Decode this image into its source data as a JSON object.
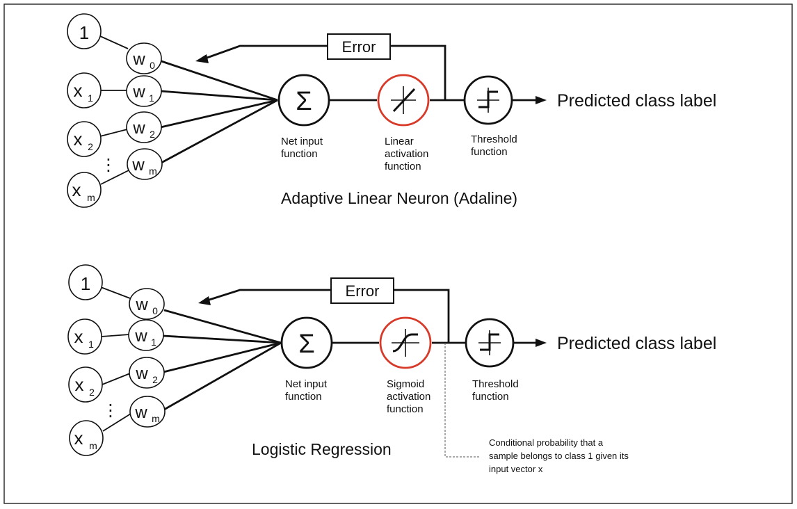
{
  "panels": [
    {
      "title": "Adaptive Linear Neuron (Adaline)",
      "inputs": [
        "1",
        "x",
        "x",
        "x"
      ],
      "input_subscripts": [
        "",
        "1",
        "2",
        "m"
      ],
      "weights": [
        "w",
        "w",
        "w",
        "w"
      ],
      "weight_subscripts": [
        "0",
        "1",
        "2",
        "m"
      ],
      "ellipsis": "⋮",
      "error_label": "Error",
      "net_input_symbol": "Σ",
      "net_input_label": [
        "Net input",
        "function"
      ],
      "activation_label": [
        "Linear",
        "activation",
        "function"
      ],
      "threshold_label": [
        "Threshold",
        "function"
      ],
      "output_label": "Predicted class label"
    },
    {
      "title": "Logistic Regression",
      "inputs": [
        "1",
        "x",
        "x",
        "x"
      ],
      "input_subscripts": [
        "",
        "1",
        "2",
        "m"
      ],
      "weights": [
        "w",
        "w",
        "w",
        "w"
      ],
      "weight_subscripts": [
        "0",
        "1",
        "2",
        "m"
      ],
      "ellipsis": "⋮",
      "error_label": "Error",
      "net_input_symbol": "Σ",
      "net_input_label": [
        "Net input",
        "function"
      ],
      "activation_label": [
        "Sigmoid",
        "activation",
        "function"
      ],
      "threshold_label": [
        "Threshold",
        "function"
      ],
      "output_label": "Predicted class label",
      "note": [
        "Conditional probability that a",
        "sample belongs to class 1 given its",
        "input vector x"
      ]
    }
  ]
}
